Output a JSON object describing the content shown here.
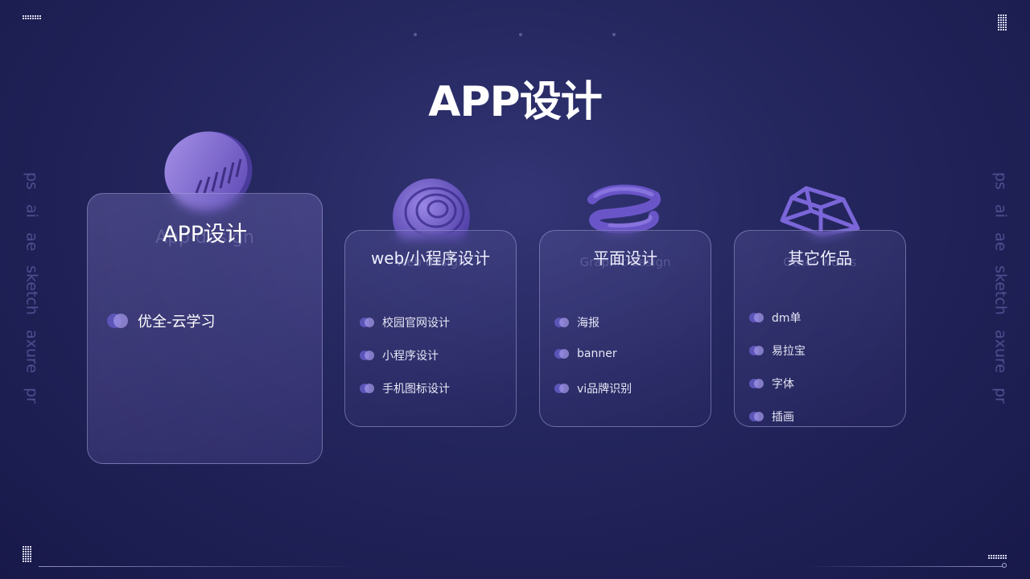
{
  "page": {
    "title": "APP设计"
  },
  "side_tools": [
    "ps",
    "ai",
    "ae",
    "sketch",
    "axure",
    "pr"
  ],
  "cards": [
    {
      "title": "APP设计",
      "subtitle": "App design",
      "items": [
        "优全-云学习"
      ]
    },
    {
      "title": "web/小程序设计",
      "subtitle": "Web design",
      "items": [
        "校园官网设计",
        "小程序设计",
        "手机图标设计"
      ]
    },
    {
      "title": "平面设计",
      "subtitle": "Graphic design",
      "items": [
        "海报",
        "banner",
        "vi品牌识别"
      ]
    },
    {
      "title": "其它作品",
      "subtitle": "Other works",
      "items": [
        "dm单",
        "易拉宝",
        "字体",
        "插画"
      ]
    }
  ],
  "icons": {
    "top_left": "grid-dots-icon",
    "top_right": "grid-dots-icon",
    "bottom_left": "grid-dots-icon",
    "bottom_right": "grid-dots-icon",
    "bullet": "double-circle-bullet-icon",
    "card_decorations": [
      "purple-disc-3d",
      "purple-swirl-sphere-3d",
      "purple-spring-coil-3d",
      "purple-wireframe-cube-3d"
    ]
  },
  "colors": {
    "background": "#24265e",
    "accent": "#6b5ec8",
    "text": "#ffffff",
    "side_tool_text": "#4d4f8f"
  }
}
